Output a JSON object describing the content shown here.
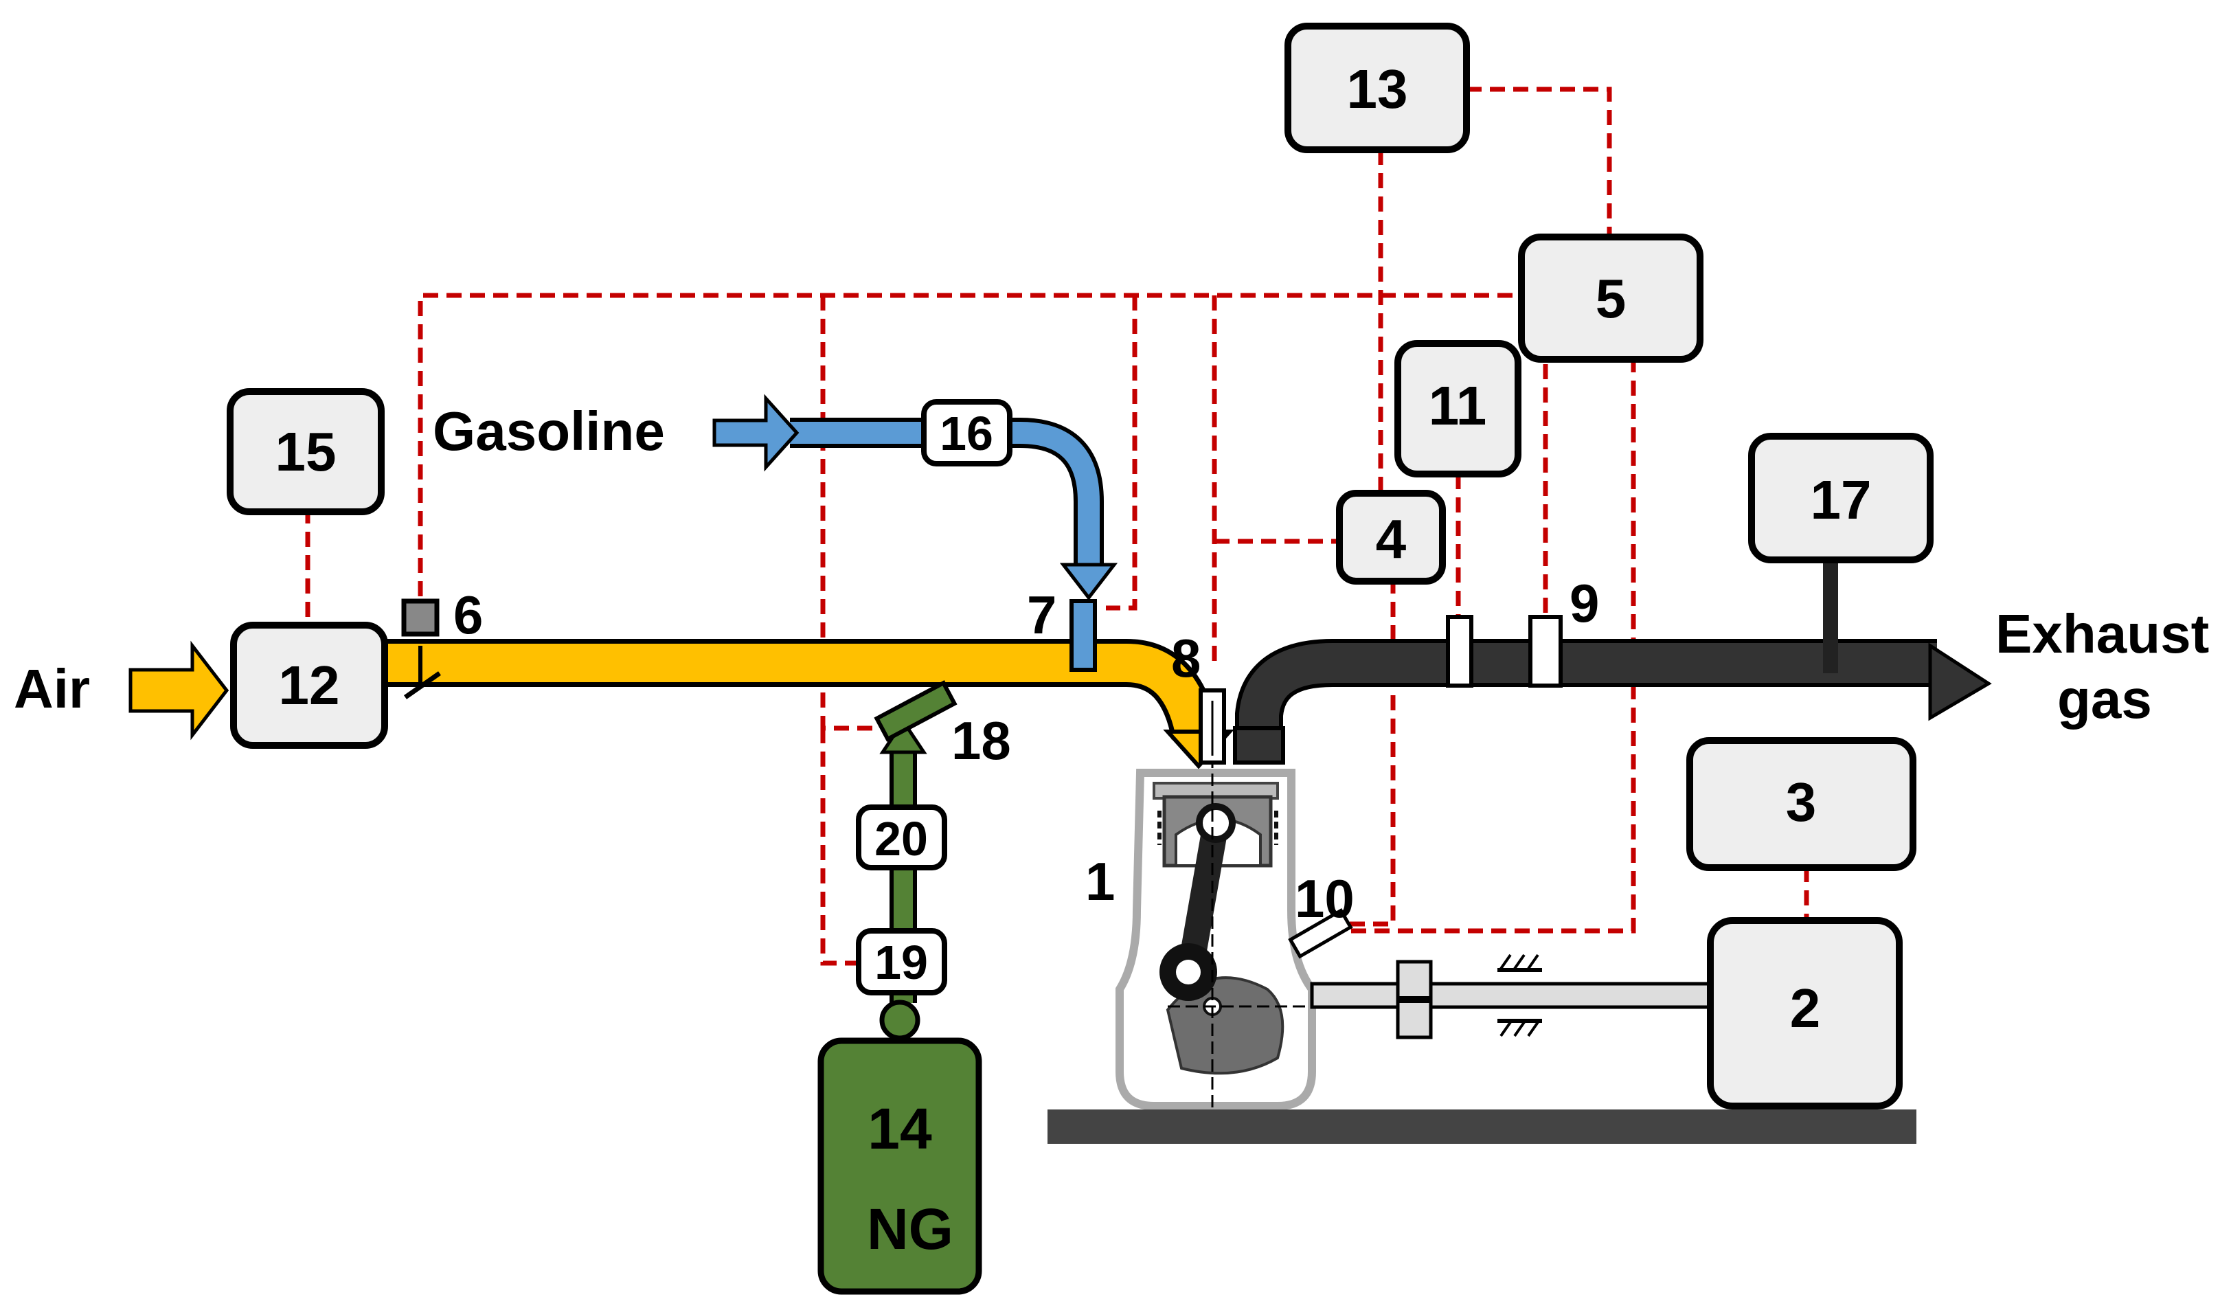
{
  "components": {
    "c1": "1",
    "c2": "2",
    "c3": "3",
    "c4": "4",
    "c5": "5",
    "c6": "6",
    "c7": "7",
    "c8": "8",
    "c9": "9",
    "c10": "10",
    "c11": "11",
    "c12": "12",
    "c13": "13",
    "c14": "14",
    "c15": "15",
    "c16": "16",
    "c17": "17",
    "c18": "18",
    "c19": "19",
    "c20": "20"
  },
  "flows": {
    "air": "Air",
    "gasoline": "Gasoline",
    "exhaust_line1": "Exhaust",
    "exhaust_line2": "gas",
    "ng": "NG"
  },
  "colors": {
    "air": "#ffc000",
    "gasoline": "#5b9bd5",
    "natural_gas": "#548235",
    "exhaust": "#333333",
    "signal": "#c40000",
    "box_fill": "#eeeeee"
  }
}
